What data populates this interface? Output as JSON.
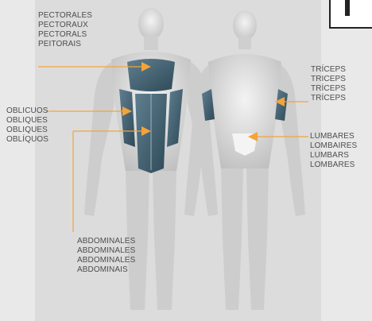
{
  "labels": {
    "pectorales": [
      "PECTORALES",
      "PECTORAUX",
      "PECTORALS",
      "PEITORAIS"
    ],
    "oblicuos": [
      "OBLICUOS",
      "OBLIQUES",
      "OBLIQUES",
      "OBLÍQUOS"
    ],
    "abdominales": [
      "ABDOMINALES",
      "ABDOMINALES",
      "ABDOMINALES",
      "ABDOMINAIS"
    ],
    "triceps": [
      "TRÍCEPS",
      "TRICEPS",
      "TRÍCEPS",
      "TRÍCEPS"
    ],
    "lumbares": [
      "LUMBARES",
      "LOMBAIRES",
      "LUMBARS",
      "LOMBARES"
    ]
  },
  "colors": {
    "pointer": "#f3a43a",
    "highlight_muscle": "#3f5f70",
    "lower_back": "#f4f4f4",
    "text": "#4d4d4d"
  }
}
